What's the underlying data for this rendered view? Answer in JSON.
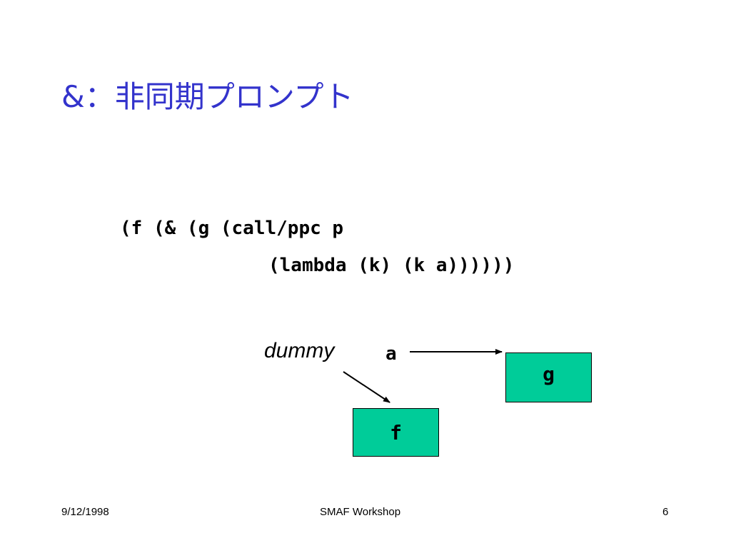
{
  "slide": {
    "title": "&：非同期プロンプト",
    "code": {
      "line1": "(f (& (g (call/ppc p",
      "line2": "(lambda (k) (k a))))))"
    },
    "diagram": {
      "dummy_label": "dummy",
      "var_label": "a",
      "box_g_label": "g",
      "box_f_label": "f",
      "box_color": "#00cc99"
    },
    "footer": {
      "date": "9/12/1998",
      "center": "SMAF Workshop",
      "page": "6"
    },
    "colors": {
      "title": "#3333cc",
      "text": "#000000",
      "background": "#ffffff"
    }
  }
}
